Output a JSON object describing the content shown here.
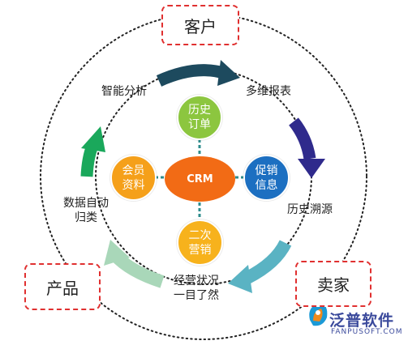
{
  "diagram": {
    "center": "CRM",
    "corners": {
      "customer": "客户",
      "product": "产品",
      "seller": "卖家"
    },
    "nodes": {
      "history_order": "历史\n订单",
      "promotion_info": "促销\n信息",
      "secondary_marketing": "二次\n营销",
      "member_data": "会员\n资料"
    },
    "cycle_labels": {
      "smart_analysis": "智能分析",
      "multi_report": "多维报表",
      "history_trace": "历史溯源",
      "business_status": "经营状况\n一目了然",
      "auto_classify": "数据自动\n归类"
    },
    "colors": {
      "crm": "#f26b15",
      "history_order": "#8cc63f",
      "promotion_info": "#1c6fc1",
      "secondary_marketing": "#f7b21c",
      "member_data": "#f5a01a",
      "arrow_top": "#1d4a5e",
      "arrow_right": "#2f2a8c",
      "arrow_bottom": "#5ab3c3",
      "arrow_left_lower": "#a9d7b9",
      "arrow_left_upper": "#1aa85b",
      "spoke": "#2d8c8c",
      "dotted_ring": "#222222",
      "corner_border": "#e03030"
    }
  },
  "logo": {
    "name": "泛普软件",
    "url": "FANPUSOFT.COM",
    "icon": "fanpu-logo-icon"
  }
}
